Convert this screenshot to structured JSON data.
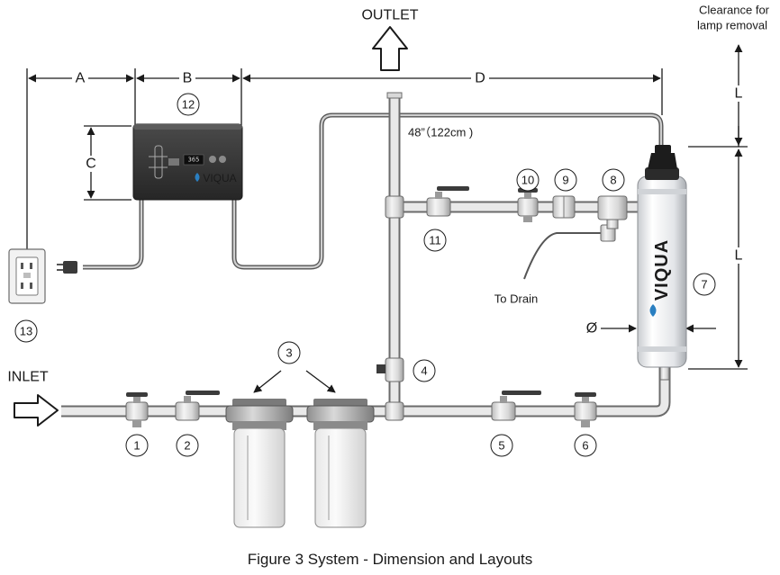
{
  "labels": {
    "outlet": "OUTLET",
    "inlet": "INLET",
    "clearance_line1": "Clearance for",
    "clearance_line2": "lamp removal",
    "pipe_length": "48”（122cm )",
    "to_drain": "To Drain",
    "diameter": "Ø",
    "brand": "VIQUA",
    "display_reading": "365"
  },
  "dimensions": {
    "a": "A",
    "b": "B",
    "c": "C",
    "d": "D",
    "l_top": "L",
    "l_bottom": "L"
  },
  "callouts": [
    "1",
    "2",
    "3",
    "4",
    "5",
    "6",
    "7",
    "8",
    "9",
    "10",
    "11",
    "12",
    "13"
  ],
  "caption": "Figure 3 System - Dimension and Layouts"
}
